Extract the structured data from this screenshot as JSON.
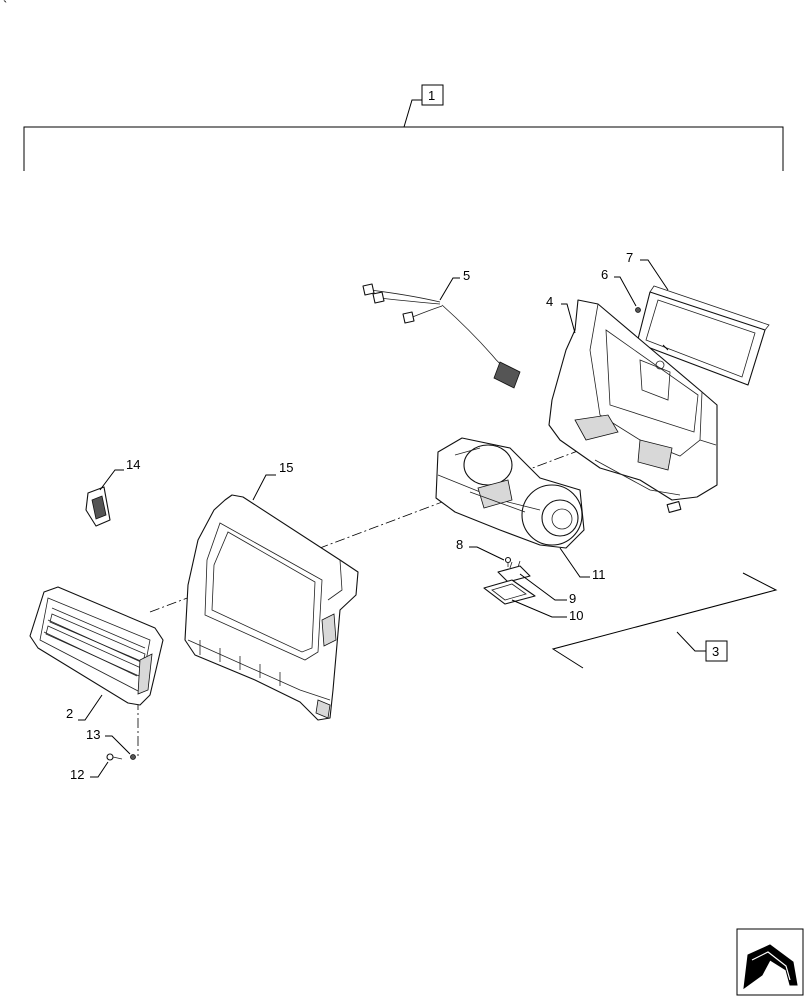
{
  "diagram": {
    "callouts": {
      "c1": "1",
      "c2": "2",
      "c3": "3",
      "c4": "4",
      "c5": "5",
      "c6": "6",
      "c7": "7",
      "c8": "8",
      "c9": "9",
      "c10": "10",
      "c11": "11",
      "c12": "12",
      "c13": "13",
      "c14": "14",
      "c15": "15"
    },
    "corner_mark": "`"
  },
  "colors": {
    "line": "#000000",
    "shade": "#d8d8d8",
    "background": "#ffffff"
  },
  "icons": {
    "navigation": "back-arrow-icon"
  }
}
